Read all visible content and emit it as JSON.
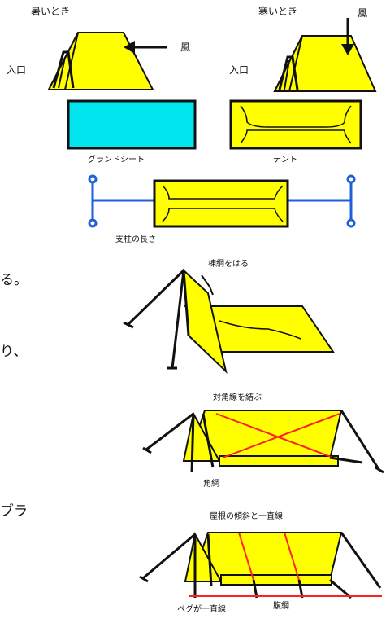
{
  "labels": {
    "hot_time": "暑いとき",
    "cold_time": "寒いとき",
    "wind_left": "風",
    "wind_right": "風",
    "entrance_left": "入口",
    "entrance_right": "入口",
    "groundsheet": "グランドシート",
    "tent": "テント",
    "pole_length": "支柱の長さ",
    "ridge_rope": "棟綱をはる",
    "diagonal": "対角線を結ぶ",
    "corner_rope": "角綱",
    "roof_slope": "屋根の傾斜と一直線",
    "pegs_line": "ペグが一直線",
    "belly_rope": "腹綱"
  },
  "side_text": {
    "line1": "る。",
    "line2": "り、",
    "line3": "ブラ"
  },
  "colors": {
    "tent_yellow": "#ffff00",
    "groundsheet_cyan": "#00e5ee",
    "pole_blue": "#1f5fd8",
    "diagonal_red": "#ff2020",
    "outline": "#111111"
  }
}
